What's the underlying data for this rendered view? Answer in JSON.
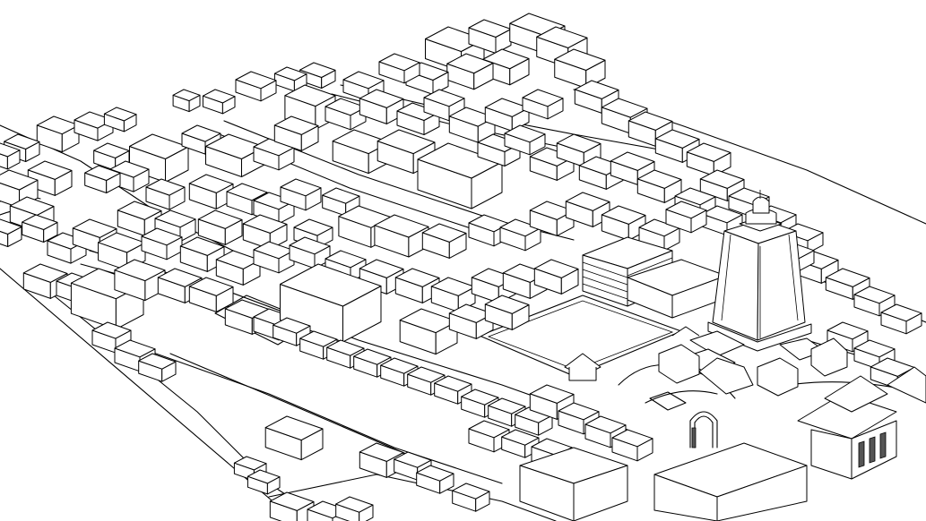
{
  "drawing": {
    "style": "isometric-line-drawing",
    "stroke_color": "#000000",
    "background_color": "#ffffff",
    "subjects": [
      "city-block-buildings",
      "roads",
      "open-square",
      "tower",
      "pavilions",
      "gate-arch"
    ]
  }
}
